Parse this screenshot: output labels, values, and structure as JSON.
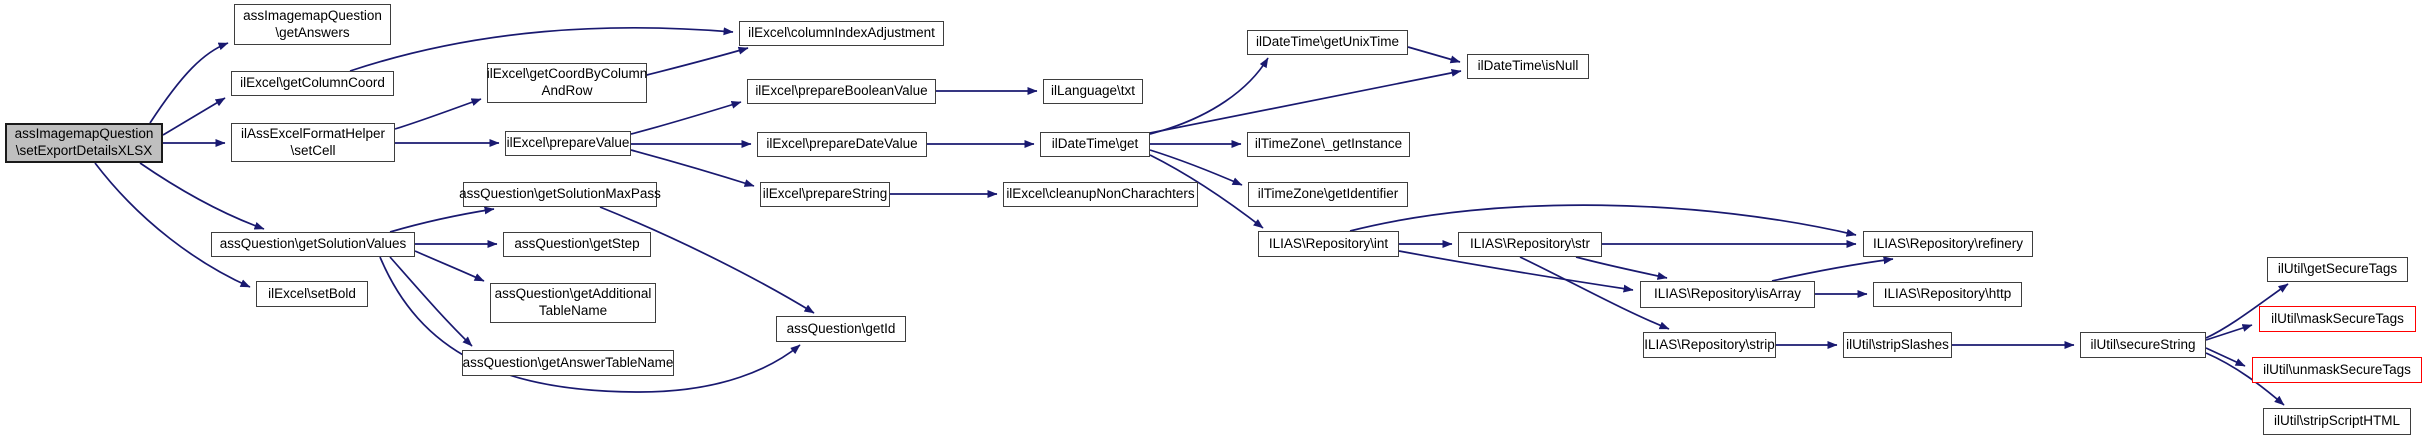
{
  "diagram": {
    "type": "call-graph",
    "direction": "left-to-right",
    "colors": {
      "edge": "#191970",
      "node_border": "#3e3e3e",
      "node_fill": "#ffffff",
      "root_fill": "#bfbfbf",
      "highlight_border": "#ff0000",
      "text": "#000000",
      "background": "#ffffff"
    },
    "nodes": [
      {
        "id": "root",
        "kind": "root",
        "lines": [
          "assImagemapQuestion",
          "\\setExportDetailsXLSX"
        ],
        "label": "assImagemapQuestion\\setExportDetailsXLSX"
      },
      {
        "id": "getAnswers",
        "kind": "normal",
        "lines": [
          "assImagemapQuestion",
          "\\getAnswers"
        ],
        "label": "assImagemapQuestion\\getAnswers"
      },
      {
        "id": "getColumnCoord",
        "kind": "normal",
        "lines": [
          "ilExcel\\getColumnCoord"
        ],
        "label": "ilExcel\\getColumnCoord"
      },
      {
        "id": "setCell",
        "kind": "normal",
        "lines": [
          "ilAssExcelFormatHelper",
          "\\setCell"
        ],
        "label": "ilAssExcelFormatHelper\\setCell"
      },
      {
        "id": "getSolutionValues",
        "kind": "normal",
        "lines": [
          "assQuestion\\getSolutionValues"
        ],
        "label": "assQuestion\\getSolutionValues"
      },
      {
        "id": "setBold",
        "kind": "normal",
        "lines": [
          "ilExcel\\setBold"
        ],
        "label": "ilExcel\\setBold"
      },
      {
        "id": "getCoordByColumnAndRow",
        "kind": "normal",
        "lines": [
          "ilExcel\\getCoordByColumn",
          "AndRow"
        ],
        "label": "ilExcel\\getCoordByColumnAndRow"
      },
      {
        "id": "prepareValue",
        "kind": "normal",
        "lines": [
          "ilExcel\\prepareValue"
        ],
        "label": "ilExcel\\prepareValue"
      },
      {
        "id": "getSolutionMaxPass",
        "kind": "normal",
        "lines": [
          "assQuestion\\getSolutionMaxPass"
        ],
        "label": "assQuestion\\getSolutionMaxPass"
      },
      {
        "id": "getStep",
        "kind": "normal",
        "lines": [
          "assQuestion\\getStep"
        ],
        "label": "assQuestion\\getStep"
      },
      {
        "id": "getAdditionalTableName",
        "kind": "normal",
        "lines": [
          "assQuestion\\getAdditional",
          "TableName"
        ],
        "label": "assQuestion\\getAdditionalTableName"
      },
      {
        "id": "getAnswerTableName",
        "kind": "normal",
        "lines": [
          "assQuestion\\getAnswerTableName"
        ],
        "label": "assQuestion\\getAnswerTableName"
      },
      {
        "id": "columnIndexAdjustment",
        "kind": "normal",
        "lines": [
          "ilExcel\\columnIndexAdjustment"
        ],
        "label": "ilExcel\\columnIndexAdjustment"
      },
      {
        "id": "prepareBooleanValue",
        "kind": "normal",
        "lines": [
          "ilExcel\\prepareBooleanValue"
        ],
        "label": "ilExcel\\prepareBooleanValue"
      },
      {
        "id": "prepareDateValue",
        "kind": "normal",
        "lines": [
          "ilExcel\\prepareDateValue"
        ],
        "label": "ilExcel\\prepareDateValue"
      },
      {
        "id": "prepareString",
        "kind": "normal",
        "lines": [
          "ilExcel\\prepareString"
        ],
        "label": "ilExcel\\prepareString"
      },
      {
        "id": "getId",
        "kind": "normal",
        "lines": [
          "assQuestion\\getId"
        ],
        "label": "assQuestion\\getId"
      },
      {
        "id": "txt",
        "kind": "normal",
        "lines": [
          "ilLanguage\\txt"
        ],
        "label": "ilLanguage\\txt"
      },
      {
        "id": "get",
        "kind": "normal",
        "lines": [
          "ilDateTime\\get"
        ],
        "label": "ilDateTime\\get"
      },
      {
        "id": "cleanupNonCharachters",
        "kind": "normal",
        "lines": [
          "ilExcel\\cleanupNonCharachters"
        ],
        "label": "ilExcel\\cleanupNonCharachters"
      },
      {
        "id": "getUnixTime",
        "kind": "normal",
        "lines": [
          "ilDateTime\\getUnixTime"
        ],
        "label": "ilDateTime\\getUnixTime"
      },
      {
        "id": "isNull",
        "kind": "normal",
        "lines": [
          "ilDateTime\\isNull"
        ],
        "label": "ilDateTime\\isNull"
      },
      {
        "id": "getInstance",
        "kind": "normal",
        "lines": [
          "ilTimeZone\\_getInstance"
        ],
        "label": "ilTimeZone\\_getInstance"
      },
      {
        "id": "getIdentifier",
        "kind": "normal",
        "lines": [
          "ilTimeZone\\getIdentifier"
        ],
        "label": "ilTimeZone\\getIdentifier"
      },
      {
        "id": "int",
        "kind": "normal",
        "lines": [
          "ILIAS\\Repository\\int"
        ],
        "label": "ILIAS\\Repository\\int"
      },
      {
        "id": "str",
        "kind": "normal",
        "lines": [
          "ILIAS\\Repository\\str"
        ],
        "label": "ILIAS\\Repository\\str"
      },
      {
        "id": "refinery",
        "kind": "normal",
        "lines": [
          "ILIAS\\Repository\\refinery"
        ],
        "label": "ILIAS\\Repository\\refinery"
      },
      {
        "id": "isArray",
        "kind": "normal",
        "lines": [
          "ILIAS\\Repository\\isArray"
        ],
        "label": "ILIAS\\Repository\\isArray"
      },
      {
        "id": "http",
        "kind": "normal",
        "lines": [
          "ILIAS\\Repository\\http"
        ],
        "label": "ILIAS\\Repository\\http"
      },
      {
        "id": "strip",
        "kind": "normal",
        "lines": [
          "ILIAS\\Repository\\strip"
        ],
        "label": "ILIAS\\Repository\\strip"
      },
      {
        "id": "stripSlashes",
        "kind": "normal",
        "lines": [
          "ilUtil\\stripSlashes"
        ],
        "label": "ilUtil\\stripSlashes"
      },
      {
        "id": "secureString",
        "kind": "normal",
        "lines": [
          "ilUtil\\secureString"
        ],
        "label": "ilUtil\\secureString"
      },
      {
        "id": "getSecureTags",
        "kind": "normal",
        "lines": [
          "ilUtil\\getSecureTags"
        ],
        "label": "ilUtil\\getSecureTags"
      },
      {
        "id": "maskSecureTags",
        "kind": "highlighted",
        "lines": [
          "ilUtil\\maskSecureTags"
        ],
        "label": "ilUtil\\maskSecureTags"
      },
      {
        "id": "unmaskSecureTags",
        "kind": "highlighted",
        "lines": [
          "ilUtil\\unmaskSecureTags"
        ],
        "label": "ilUtil\\unmaskSecureTags"
      },
      {
        "id": "stripScriptHTML",
        "kind": "normal",
        "lines": [
          "ilUtil\\stripScriptHTML"
        ],
        "label": "ilUtil\\stripScriptHTML"
      }
    ],
    "edges": [
      {
        "from": "root",
        "to": "getAnswers"
      },
      {
        "from": "root",
        "to": "getColumnCoord"
      },
      {
        "from": "root",
        "to": "setCell"
      },
      {
        "from": "root",
        "to": "getSolutionValues"
      },
      {
        "from": "root",
        "to": "setBold"
      },
      {
        "from": "getColumnCoord",
        "to": "columnIndexAdjustment"
      },
      {
        "from": "setCell",
        "to": "getCoordByColumnAndRow"
      },
      {
        "from": "setCell",
        "to": "prepareValue"
      },
      {
        "from": "getCoordByColumnAndRow",
        "to": "columnIndexAdjustment"
      },
      {
        "from": "prepareValue",
        "to": "prepareBooleanValue"
      },
      {
        "from": "prepareValue",
        "to": "prepareDateValue"
      },
      {
        "from": "prepareValue",
        "to": "prepareString"
      },
      {
        "from": "prepareBooleanValue",
        "to": "txt"
      },
      {
        "from": "prepareDateValue",
        "to": "get"
      },
      {
        "from": "prepareString",
        "to": "cleanupNonCharachters"
      },
      {
        "from": "get",
        "to": "getUnixTime"
      },
      {
        "from": "get",
        "to": "isNull"
      },
      {
        "from": "getUnixTime",
        "to": "isNull"
      },
      {
        "from": "get",
        "to": "getInstance"
      },
      {
        "from": "get",
        "to": "getIdentifier"
      },
      {
        "from": "get",
        "to": "int"
      },
      {
        "from": "int",
        "to": "str"
      },
      {
        "from": "int",
        "to": "refinery"
      },
      {
        "from": "int",
        "to": "isArray"
      },
      {
        "from": "str",
        "to": "refinery"
      },
      {
        "from": "str",
        "to": "isArray"
      },
      {
        "from": "str",
        "to": "strip"
      },
      {
        "from": "isArray",
        "to": "refinery"
      },
      {
        "from": "isArray",
        "to": "http"
      },
      {
        "from": "strip",
        "to": "stripSlashes"
      },
      {
        "from": "stripSlashes",
        "to": "secureString"
      },
      {
        "from": "secureString",
        "to": "getSecureTags"
      },
      {
        "from": "secureString",
        "to": "maskSecureTags"
      },
      {
        "from": "secureString",
        "to": "unmaskSecureTags"
      },
      {
        "from": "secureString",
        "to": "stripScriptHTML"
      },
      {
        "from": "getSolutionValues",
        "to": "getSolutionMaxPass"
      },
      {
        "from": "getSolutionValues",
        "to": "getStep"
      },
      {
        "from": "getSolutionValues",
        "to": "getAdditionalTableName"
      },
      {
        "from": "getSolutionValues",
        "to": "getAnswerTableName"
      },
      {
        "from": "getSolutionValues",
        "to": "getId"
      },
      {
        "from": "getSolutionMaxPass",
        "to": "getId"
      }
    ]
  }
}
